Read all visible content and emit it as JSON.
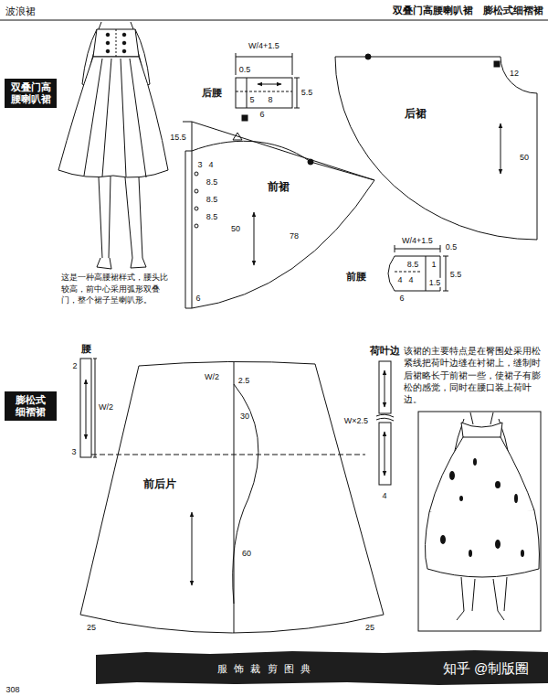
{
  "diagram": {
    "title": "双叠门高腰喇叭裙　膨松式细褶裙",
    "nodes": [
      {
        "text": [
          "双叠门高 腰喇叭裙"
        ]
      },
      {
        "text": [
          "膨松式 细褶裙"
        ]
      }
    ],
    "labels": [
      "波浪裙",
      "这是一种高腰裙样式，腰头比较高，前中心采用弧形双叠门，整个裙子呈喇叭形。",
      "后腰",
      "W/4+1.5",
      "0.5",
      "5.5",
      "5",
      "8",
      "6",
      "后裙",
      "12",
      "50",
      "15.5",
      "3",
      "4",
      "8.5",
      "8.5",
      "8.5",
      "50",
      "前裙",
      "78",
      "6",
      "前腰",
      "W/4+1.5",
      "0.5",
      "8.5",
      "1",
      "5.5",
      "4",
      "4",
      "1.5",
      "6",
      "腰",
      "2",
      "W/2",
      "3",
      "W/2",
      "2.5",
      "30",
      "前后片",
      "60",
      "25",
      "25",
      "荷叶边",
      "W×2.5",
      "4",
      "该裙的主要特点是在臀围处采用松紧线把荷叶边缝在衬裙上，缝制时后裙略长于前裙一些，使裙子有膨松的感觉，同时在腰口装上荷叶边。",
      "服 饰 裁 剪 图 典",
      "知乎 @制版圈",
      "308"
    ]
  }
}
